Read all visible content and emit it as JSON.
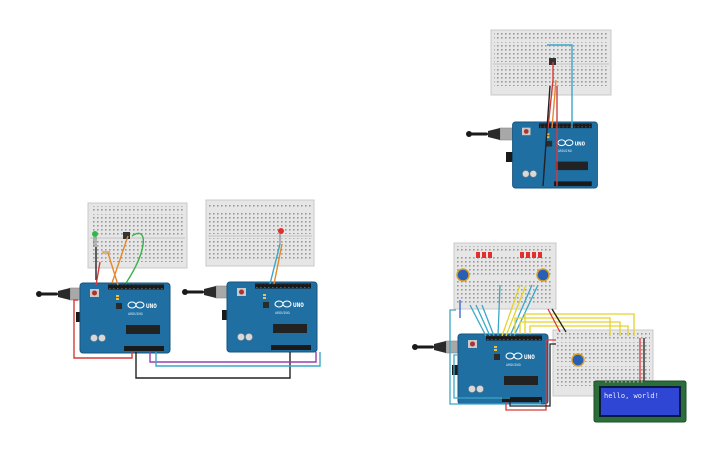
{
  "canvas": {
    "background": "#ffffff"
  },
  "colors": {
    "breadboard": "#e6e6e6",
    "breadboard_edge": "#c8c8c8",
    "arduino_blue": "#1f6fa3",
    "arduino_dark": "#17567f",
    "chip": "#222222",
    "usb": "#a8a8a8",
    "jack": "#1a1a1a",
    "wire_red": "#d63a3a",
    "wire_black": "#222222",
    "wire_cyan": "#3aa7c8",
    "wire_green": "#3cb24a",
    "wire_orange": "#e3892c",
    "wire_yellow": "#e6d22a",
    "wire_purple": "#9a3fb0",
    "wire_blue": "#2f5fd0",
    "led_red": "#e03030",
    "led_green": "#2fb84a",
    "lcd_bezel": "#2c6e3a",
    "lcd_screen": "#2f46d4",
    "lcd_text": "#e8ecff",
    "pot_body": "#2a5fb8"
  },
  "circuits": [
    {
      "name": "two-arduino-serial-link",
      "boards": 2,
      "components": [
        "pushbutton",
        "green-led",
        "red-led"
      ]
    },
    {
      "name": "pushbutton-circuit",
      "boards": 1,
      "components": [
        "pushbutton"
      ]
    },
    {
      "name": "lcd-circuit",
      "boards": 1,
      "components": [
        "lcd-16x2",
        "potentiometers",
        "leds"
      ]
    }
  ],
  "arduino": {
    "brand_label": "UNO",
    "icon": "arduino-infinity-logo"
  },
  "lcd": {
    "text": "hello, world!"
  }
}
